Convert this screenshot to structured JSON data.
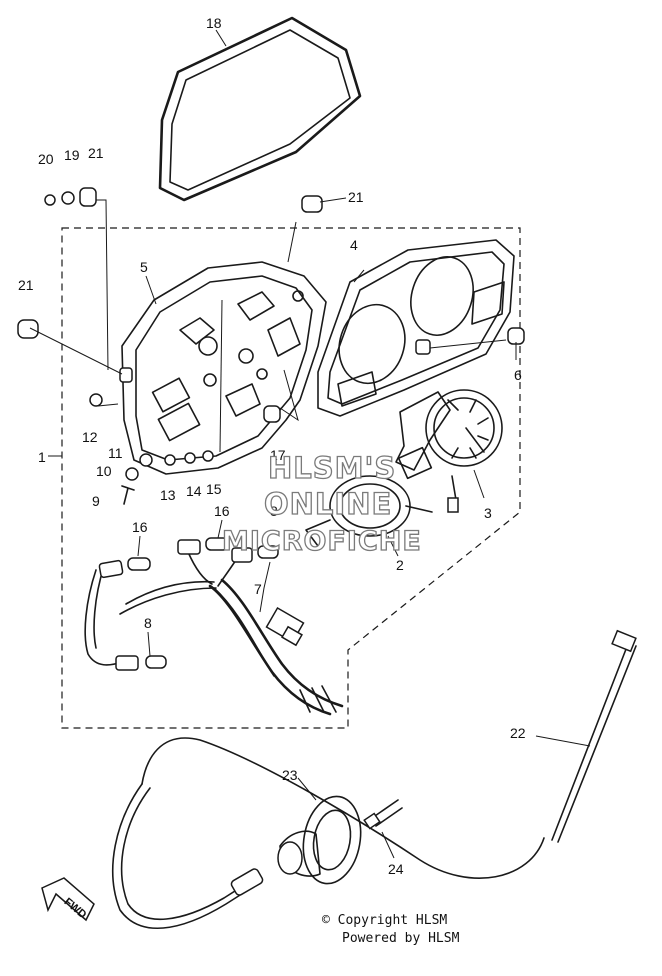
{
  "callouts": {
    "n1": "1",
    "n2": "2",
    "n3": "3",
    "n4": "4",
    "n5": "5",
    "n6": "6",
    "n7": "7",
    "n8a": "8",
    "n8b": "8",
    "n9": "9",
    "n10": "10",
    "n11": "11",
    "n12": "12",
    "n13": "13",
    "n14": "14",
    "n15": "15",
    "n16a": "16",
    "n16b": "16",
    "n17": "17",
    "n18": "18",
    "n19": "19",
    "n20": "20",
    "n21a": "21",
    "n21b": "21",
    "n21c": "21",
    "n22": "22",
    "n23": "23",
    "n24": "24"
  },
  "watermark": {
    "line1": "HLSM'S",
    "line2": "ONLINE",
    "line3": "MICROFICHE"
  },
  "direction_label": "FWD",
  "footer": {
    "copyright": "© Copyright HLSM",
    "powered": "Powered by HLSM"
  }
}
